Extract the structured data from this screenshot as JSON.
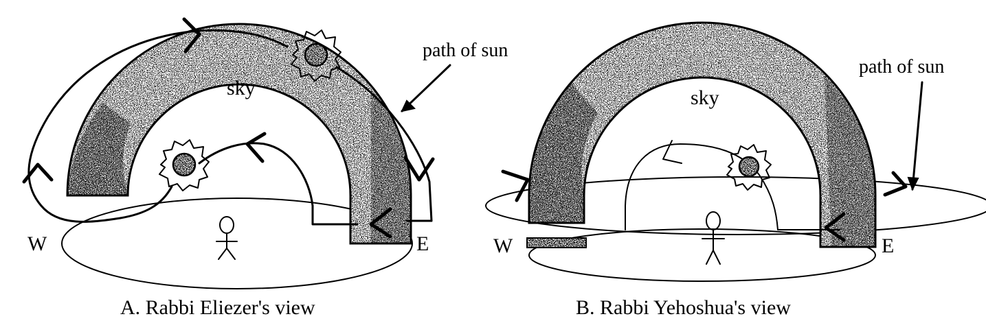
{
  "panel_a": {
    "caption": "A. Rabbi Eliezer's view",
    "sky_label": "sky",
    "path_label": "path of sun",
    "west_label": "W",
    "east_label": "E"
  },
  "panel_b": {
    "caption": "B. Rabbi Yehoshua's view",
    "sky_label": "sky",
    "path_label": "path of sun",
    "west_label": "W",
    "east_label": "E"
  },
  "colors": {
    "ink": "#000000",
    "paper": "#ffffff",
    "stipple": "#1a1a1a"
  }
}
